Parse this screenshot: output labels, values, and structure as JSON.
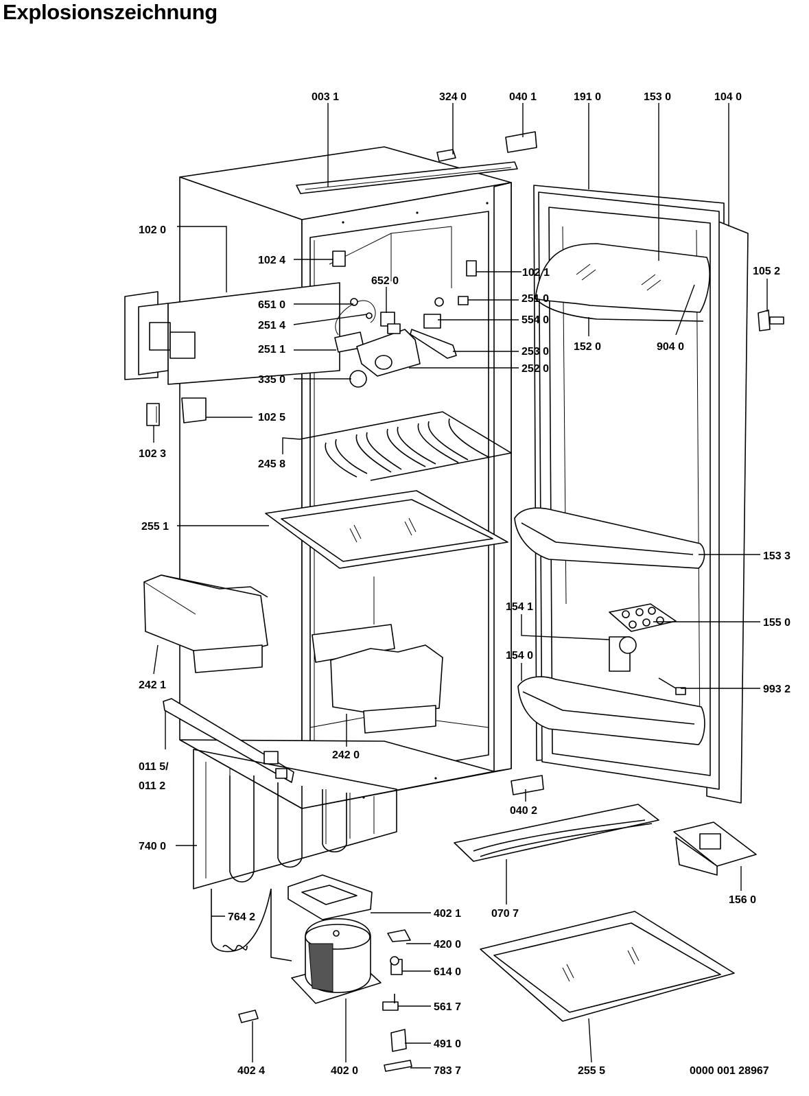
{
  "title": "Explosionszeichnung",
  "drawing_number": "0000 001 28967",
  "labels": {
    "p0031": "003 1",
    "p3240": "324 0",
    "p0401": "040 1",
    "p1910": "191 0",
    "p1530": "153 0",
    "p1040": "104 0",
    "p1020": "102 0",
    "p1024": "102 4",
    "p6520": "652 0",
    "p1021": "102 1",
    "p1052": "105 2",
    "p6510": "651 0",
    "p2510": "251 0",
    "p2514": "251 4",
    "p5540": "554 0",
    "p2511": "251 1",
    "p2530": "253 0",
    "p1520": "152 0",
    "p9040": "904 0",
    "p2520": "252 0",
    "p3350": "335 0",
    "p1025": "102 5",
    "p1023": "102 3",
    "p2458": "245 8",
    "p2551": "255 1",
    "p1533": "153 3",
    "p1541": "154 1",
    "p1550": "155 0",
    "p1540": "154 0",
    "p2421": "242 1",
    "p9932": "993 2",
    "p0115": "011 5/",
    "p0112": "011 2",
    "p2420": "242 0",
    "p0402": "040 2",
    "p7400": "740 0",
    "p1560": "156 0",
    "p7642": "764 2",
    "p4021": "402 1",
    "p0707": "070 7",
    "p4200": "420 0",
    "p6140": "614 0",
    "p5617": "561 7",
    "p4910": "491 0",
    "p4024": "402 4",
    "p4020": "402 0",
    "p7837": "783 7",
    "p2555": "255 5"
  }
}
